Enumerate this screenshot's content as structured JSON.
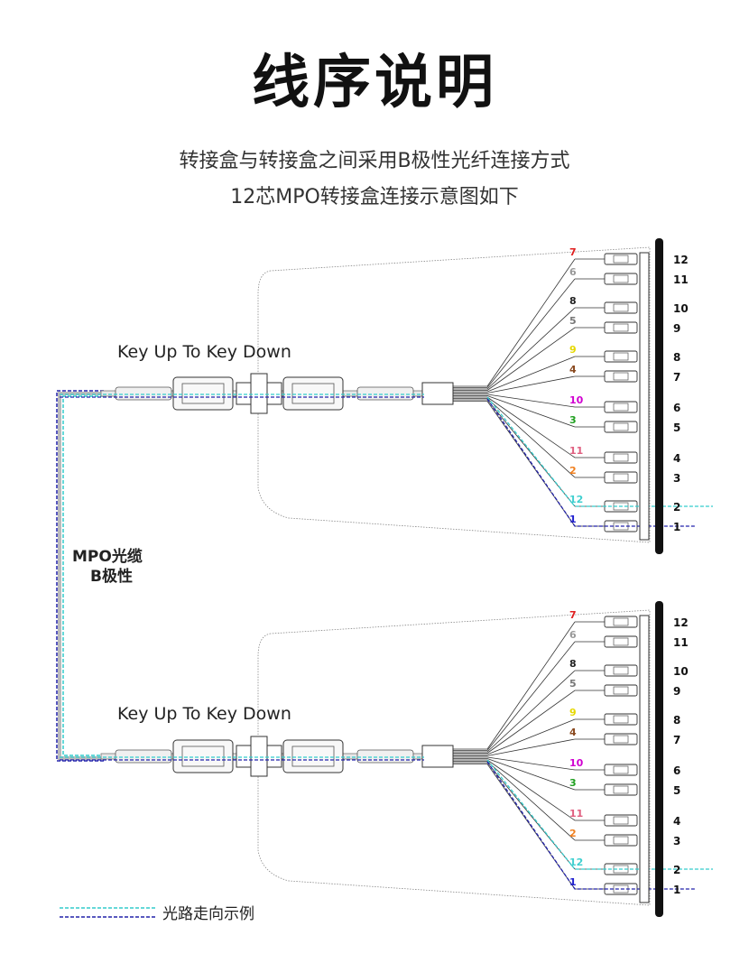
{
  "title": "线序说明",
  "subtitle1": "转接盒与转接盒之间采用B极性光纤连接方式",
  "subtitle2": "12芯MPO转接盒连接示意图如下",
  "top_assembly": {
    "label": "Key Up To Key Down"
  },
  "bottom_assembly": {
    "label": "Key Up To Key Down"
  },
  "cable_label": {
    "line1": "MPO光缆",
    "line2": "B极性"
  },
  "legend": {
    "text": "光路走向示例",
    "line1_color": "#33cccc",
    "line2_color": "#2222aa"
  },
  "fibers": [
    {
      "label": "7",
      "color": "#e02020"
    },
    {
      "label": "6",
      "color": "#999999"
    },
    {
      "label": "8",
      "color": "#222222"
    },
    {
      "label": "5",
      "color": "#777777"
    },
    {
      "label": "9",
      "color": "#e6d800"
    },
    {
      "label": "4",
      "color": "#8a4a20"
    },
    {
      "label": "10",
      "color": "#d000d0"
    },
    {
      "label": "3",
      "color": "#20a020"
    },
    {
      "label": "11",
      "color": "#e06080"
    },
    {
      "label": "2",
      "color": "#f08020"
    },
    {
      "label": "12",
      "color": "#40d0d0"
    },
    {
      "label": "1",
      "color": "#2020d0"
    }
  ],
  "ports": [
    "12",
    "11",
    "10",
    "9",
    "8",
    "7",
    "6",
    "5",
    "4",
    "3",
    "2",
    "1"
  ]
}
